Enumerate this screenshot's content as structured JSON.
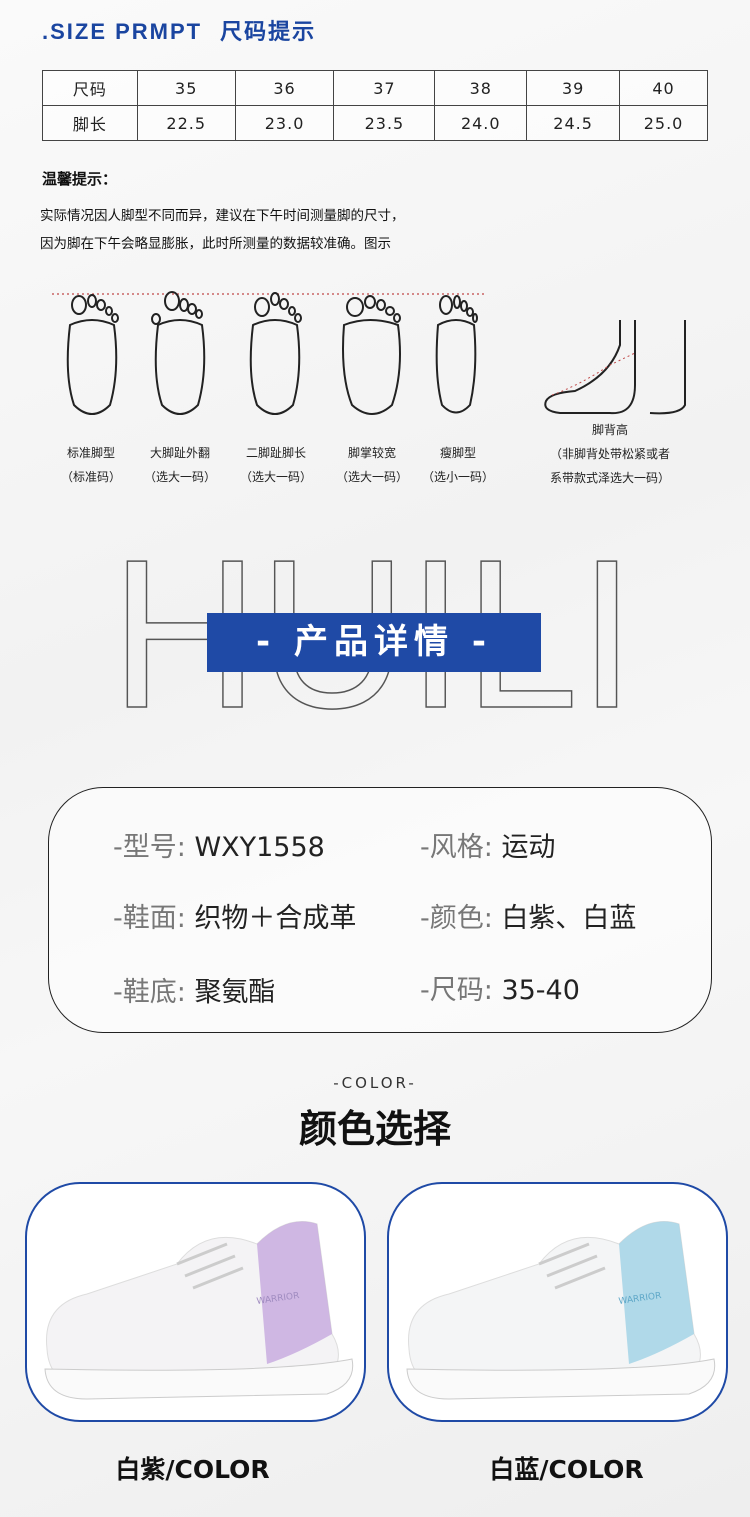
{
  "header": {
    "title_en": ".SIZE PRMPT",
    "title_cn": "尺码提示"
  },
  "size_table": {
    "rows": [
      {
        "label": "尺码",
        "values": [
          "35",
          "36",
          "37",
          "38",
          "39",
          "40"
        ]
      },
      {
        "label": "脚长",
        "values": [
          "22.5",
          "23.0",
          "23.5",
          "24.0",
          "24.5",
          "25.0"
        ]
      }
    ]
  },
  "tips": {
    "heading": "温馨提示：",
    "lines": [
      "实际情况因人脚型不同而异，建议在下午时间测量脚的尺寸，",
      "因为脚在下午会略显膨胀，此时所测量的数据较准确。图示"
    ]
  },
  "foot_types": [
    {
      "name": "标准脚型",
      "advice": "（标准码）"
    },
    {
      "name": "大脚趾外翻",
      "advice": "（选大一码）"
    },
    {
      "name": "二脚趾脚长",
      "advice": "（选大一码）"
    },
    {
      "name": "脚掌较宽",
      "advice": "（选大一码）"
    },
    {
      "name": "瘦脚型",
      "advice": "（选小一码）"
    }
  ],
  "instep": {
    "name": "脚背高",
    "advice1": "（非脚背处带松紧或者",
    "advice2": "系带款式泽选大一码）"
  },
  "banner": {
    "bg_text": "HUILI",
    "title": "- 产品详情 -"
  },
  "specs": [
    {
      "key": "-型号:",
      "value": "WXY1558"
    },
    {
      "key": "-风格:",
      "value": "运动"
    },
    {
      "key": "-鞋面:",
      "value": "织物＋合成革"
    },
    {
      "key": "-颜色:",
      "value": "白紫、白蓝"
    },
    {
      "key": "-鞋底:",
      "value": "聚氨酯"
    },
    {
      "key": "-尺码:",
      "value": "35-40"
    }
  ],
  "colors": {
    "en": "-COLOR-",
    "cn": "颜色选择",
    "options": [
      {
        "label": "白紫/COLOR",
        "accent": "#c6a8de",
        "brand": "WARRIOR"
      },
      {
        "label": "白蓝/COLOR",
        "accent": "#9fd2e6",
        "brand": "WARRIOR"
      }
    ]
  },
  "accent": "#1f4aa6"
}
